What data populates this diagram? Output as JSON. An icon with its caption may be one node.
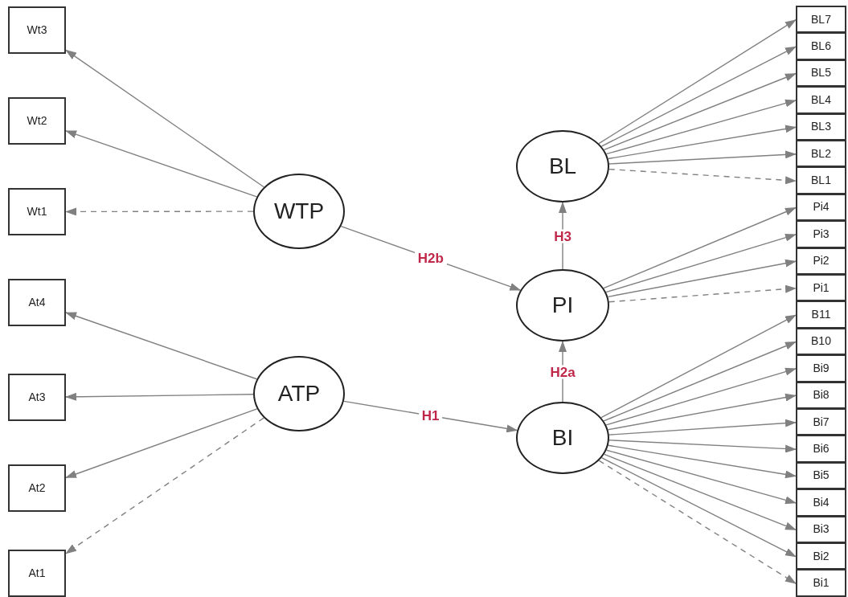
{
  "diagram": {
    "nodes": [
      {
        "text": [
          "Wt3"
        ]
      },
      {
        "text": [
          "Wt2"
        ]
      },
      {
        "text": [
          "Wt1"
        ]
      },
      {
        "text": [
          "At4"
        ]
      },
      {
        "text": [
          "At3"
        ]
      },
      {
        "text": [
          "At2"
        ]
      },
      {
        "text": [
          "At1"
        ]
      },
      {
        "text": [
          "WTP"
        ]
      },
      {
        "text": [
          "ATP"
        ]
      },
      {
        "text": [
          "BL"
        ]
      },
      {
        "text": [
          "PI"
        ]
      },
      {
        "text": [
          "BI"
        ]
      },
      {
        "text": [
          "BL7"
        ]
      },
      {
        "text": [
          "BL6"
        ]
      },
      {
        "text": [
          "BL5"
        ]
      },
      {
        "text": [
          "BL4"
        ]
      },
      {
        "text": [
          "BL3"
        ]
      },
      {
        "text": [
          "BL2"
        ]
      },
      {
        "text": [
          "BL1"
        ]
      },
      {
        "text": [
          "Pi4"
        ]
      },
      {
        "text": [
          "Pi3"
        ]
      },
      {
        "text": [
          "Pi2"
        ]
      },
      {
        "text": [
          "Pi1"
        ]
      },
      {
        "text": [
          "B11"
        ]
      },
      {
        "text": [
          "B10"
        ]
      },
      {
        "text": [
          "Bi9"
        ]
      },
      {
        "text": [
          "Bi8"
        ]
      },
      {
        "text": [
          "Bi7"
        ]
      },
      {
        "text": [
          "Bi6"
        ]
      },
      {
        "text": [
          "Bi5"
        ]
      },
      {
        "text": [
          "Bi4"
        ]
      },
      {
        "text": [
          "Bi3"
        ]
      },
      {
        "text": [
          "Bi2"
        ]
      },
      {
        "text": [
          "Bi1"
        ]
      }
    ],
    "edges": [
      {
        "from": 7,
        "to": 0,
        "arrow": "to"
      },
      {
        "from": 7,
        "to": 1,
        "arrow": "to"
      },
      {
        "from": 7,
        "to": 2,
        "arrow": "to",
        "style": "dashed"
      },
      {
        "from": 8,
        "to": 3,
        "arrow": "to"
      },
      {
        "from": 8,
        "to": 4,
        "arrow": "to"
      },
      {
        "from": 8,
        "to": 5,
        "arrow": "to"
      },
      {
        "from": 8,
        "to": 6,
        "arrow": "to",
        "style": "dashed"
      },
      {
        "from": 8,
        "to": 11,
        "arrow": "to",
        "label": "H1"
      },
      {
        "from": 7,
        "to": 10,
        "arrow": "to",
        "label": "H2b"
      },
      {
        "from": 11,
        "to": 10,
        "arrow": "to",
        "label": "H2a"
      },
      {
        "from": 10,
        "to": 9,
        "arrow": "to",
        "label": "H3"
      },
      {
        "from": 9,
        "to": 12,
        "arrow": "to"
      },
      {
        "from": 9,
        "to": 13,
        "arrow": "to"
      },
      {
        "from": 9,
        "to": 14,
        "arrow": "to"
      },
      {
        "from": 9,
        "to": 15,
        "arrow": "to"
      },
      {
        "from": 9,
        "to": 16,
        "arrow": "to"
      },
      {
        "from": 9,
        "to": 17,
        "arrow": "to"
      },
      {
        "from": 9,
        "to": 18,
        "arrow": "to",
        "style": "dashed"
      },
      {
        "from": 10,
        "to": 19,
        "arrow": "to"
      },
      {
        "from": 10,
        "to": 20,
        "arrow": "to"
      },
      {
        "from": 10,
        "to": 21,
        "arrow": "to"
      },
      {
        "from": 10,
        "to": 22,
        "arrow": "to",
        "style": "dashed"
      },
      {
        "from": 11,
        "to": 23,
        "arrow": "to"
      },
      {
        "from": 11,
        "to": 24,
        "arrow": "to"
      },
      {
        "from": 11,
        "to": 25,
        "arrow": "to"
      },
      {
        "from": 11,
        "to": 26,
        "arrow": "to"
      },
      {
        "from": 11,
        "to": 27,
        "arrow": "to"
      },
      {
        "from": 11,
        "to": 28,
        "arrow": "to"
      },
      {
        "from": 11,
        "to": 29,
        "arrow": "to"
      },
      {
        "from": 11,
        "to": 30,
        "arrow": "to"
      },
      {
        "from": 11,
        "to": 31,
        "arrow": "to"
      },
      {
        "from": 11,
        "to": 32,
        "arrow": "to"
      },
      {
        "from": 11,
        "to": 33,
        "arrow": "to",
        "style": "dashed"
      }
    ]
  }
}
